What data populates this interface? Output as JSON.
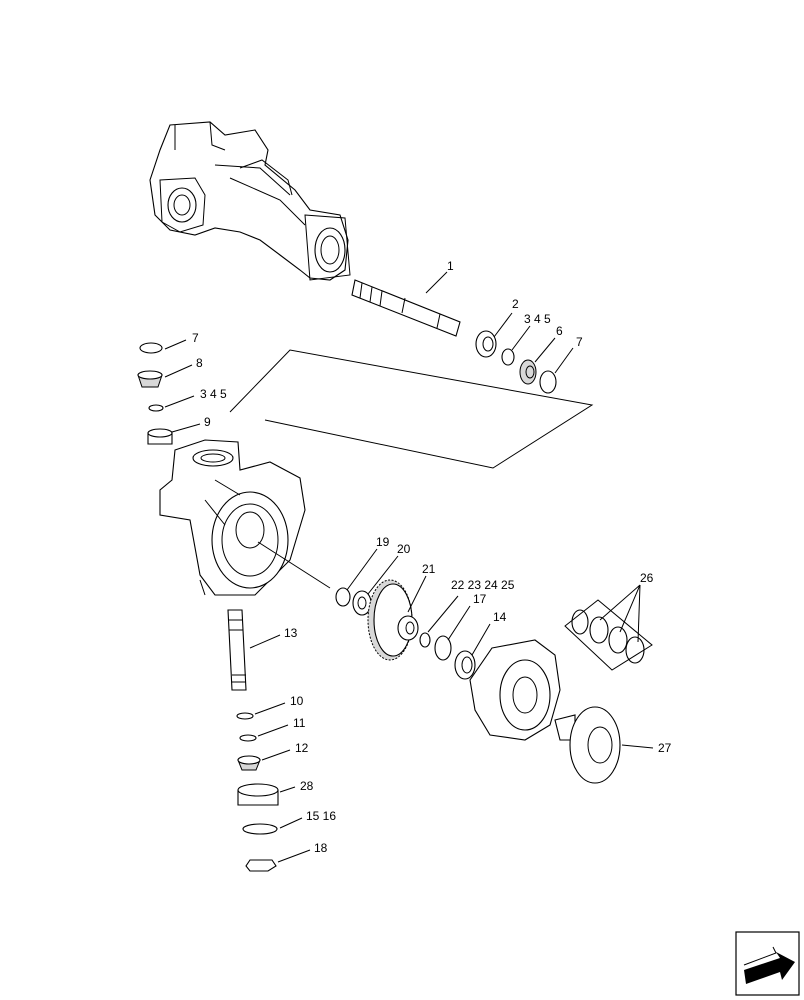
{
  "diagram": {
    "callouts": [
      {
        "id": "c1",
        "text": "1"
      },
      {
        "id": "c2",
        "text": "2"
      },
      {
        "id": "c345a",
        "text": "3 4 5"
      },
      {
        "id": "c6",
        "text": "6"
      },
      {
        "id": "c7a",
        "text": "7"
      },
      {
        "id": "c7b",
        "text": "7"
      },
      {
        "id": "c8",
        "text": "8"
      },
      {
        "id": "c345b",
        "text": "3 4 5"
      },
      {
        "id": "c9",
        "text": "9"
      },
      {
        "id": "c19",
        "text": "19"
      },
      {
        "id": "c20",
        "text": "20"
      },
      {
        "id": "c21",
        "text": "21"
      },
      {
        "id": "c22",
        "text": "22 23 24 25"
      },
      {
        "id": "c17",
        "text": "17"
      },
      {
        "id": "c14",
        "text": "14"
      },
      {
        "id": "c26",
        "text": "26"
      },
      {
        "id": "c13",
        "text": "13"
      },
      {
        "id": "c10",
        "text": "10"
      },
      {
        "id": "c11",
        "text": "11"
      },
      {
        "id": "c12",
        "text": "12"
      },
      {
        "id": "c27",
        "text": "27"
      },
      {
        "id": "c28",
        "text": "28"
      },
      {
        "id": "c1516",
        "text": "15 16"
      },
      {
        "id": "c18",
        "text": "18"
      }
    ]
  },
  "nav": {
    "icon": "next-page-arrow-icon"
  }
}
